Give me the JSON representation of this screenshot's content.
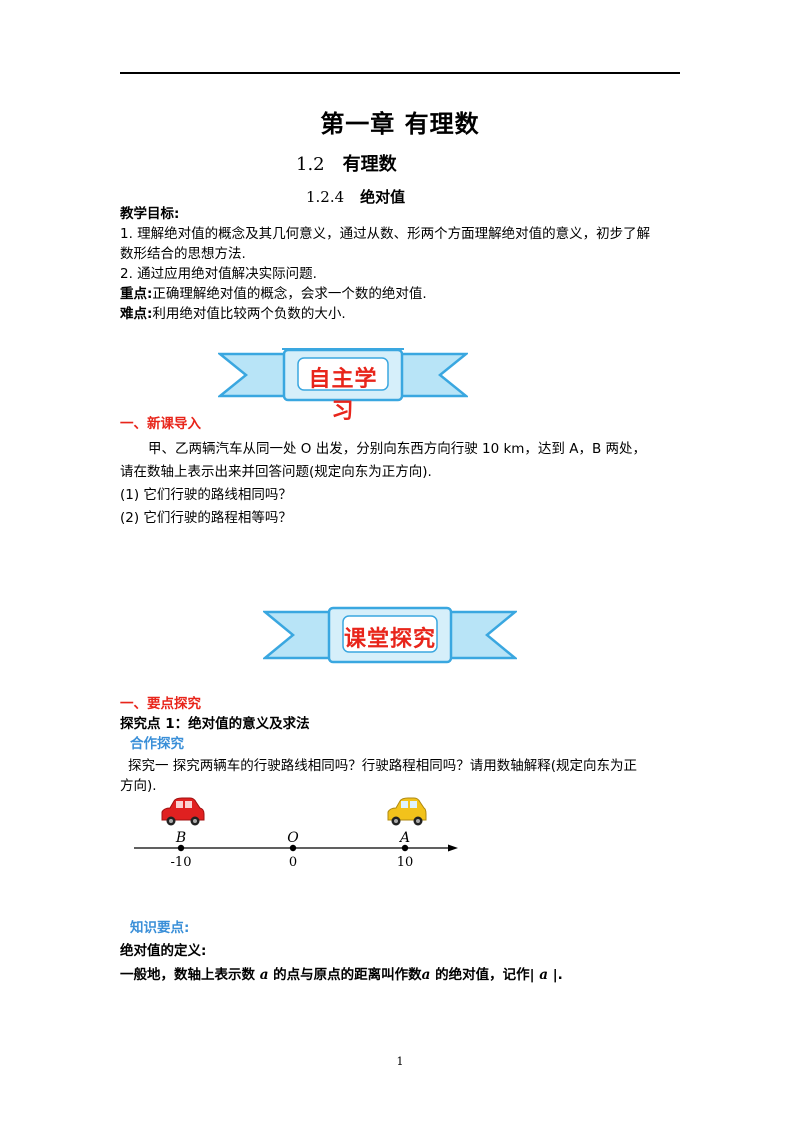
{
  "header": {
    "chapter_title": "第一章 有理数",
    "section_num": "1.2",
    "section_title": "有理数",
    "subsection_num": "1.2.4",
    "subsection_title": "绝对值"
  },
  "objectives": {
    "label": "教学目标:",
    "item1_line1": "1. 理解绝对值的概念及其几何意义，通过从数、形两个方面理解绝对值的意义，初步了解",
    "item1_line2": "数形结合的思想方法.",
    "item2": "2. 通过应用绝对值解决实际问题.",
    "key_label": "重点:",
    "key_text": "正确理解绝对值的概念，会求一个数的绝对值.",
    "diff_label": "难点:",
    "diff_text": "利用绝对值比较两个负数的大小."
  },
  "banner1": "自主学习",
  "intro": {
    "heading": "一、新课导入",
    "line1": "甲、乙两辆汽车从同一处  O  出发，分别向东西方向行驶  10 km，达到  A，B  两处，",
    "line2": "请在数轴上表示出来并回答问题(规定向东为正方向).",
    "q1": "(1)  它们行驶的路线相同吗？",
    "q2": "(2)  它们行驶的路程相等吗？"
  },
  "banner2": "课堂探究",
  "explore": {
    "heading": "一、要点探究",
    "point_title": "探究点 1：绝对值的意义及求法",
    "coop": "合作探究",
    "q_line1": "探究一    探究两辆车的行驶路线相同吗？行驶路程相同吗？请用数轴解释(规定向东为正",
    "q_line2": "方向)."
  },
  "chart_data": {
    "type": "number-line",
    "points": [
      {
        "label": "B",
        "value": -10,
        "tick_label": "-10"
      },
      {
        "label": "O",
        "value": 0,
        "tick_label": "0"
      },
      {
        "label": "A",
        "value": 10,
        "tick_label": "10"
      }
    ],
    "colors": {
      "car_left": "#e02020",
      "car_right": "#f2c21b"
    }
  },
  "knowledge": {
    "label": "知识要点:",
    "def_title": "绝对值的定义:",
    "def_text_a": "一般地，数轴上表示数 ",
    "var_a": "a",
    "def_text_b": " 的点与原点的距离叫作数",
    "def_text_c": " 的绝对值，记作| ",
    "def_text_d": " |."
  },
  "page_number": "1"
}
